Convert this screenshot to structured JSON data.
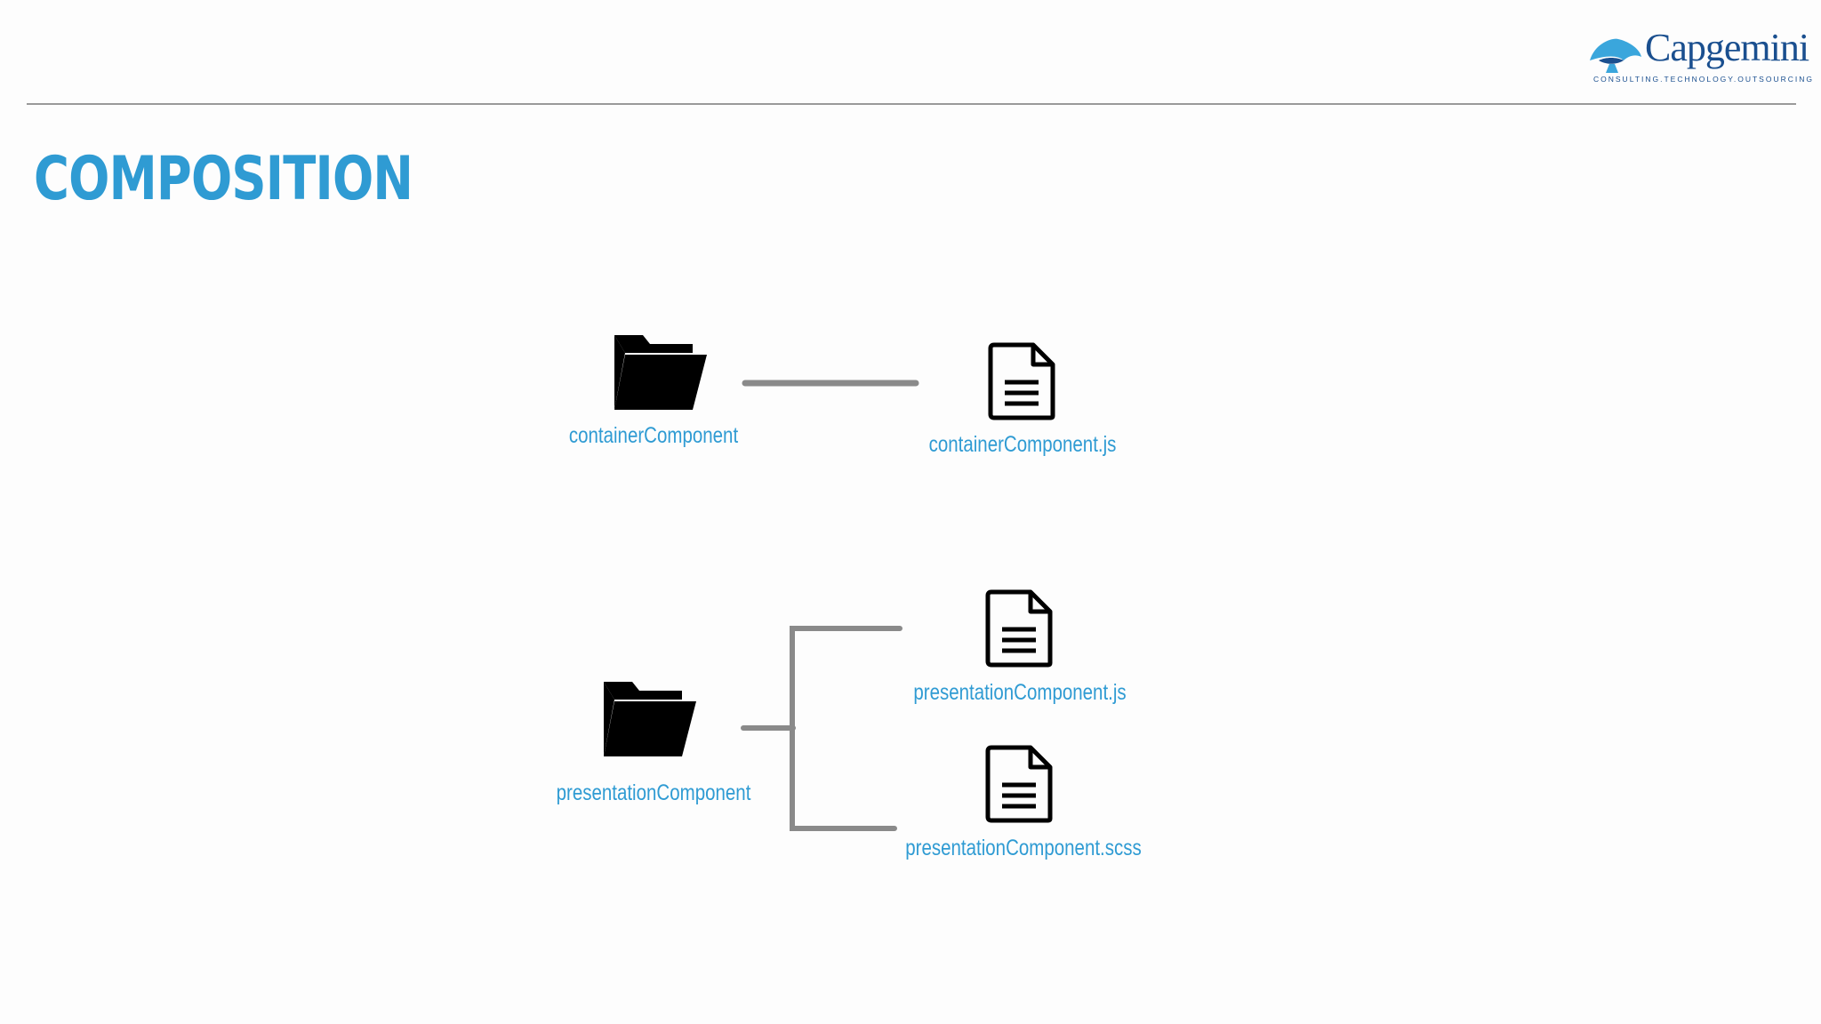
{
  "slide": {
    "title": "COMPOSITION"
  },
  "logo": {
    "wordmark": "Capgemini",
    "tagline": "CONSULTING.TECHNOLOGY.OUTSOURCING",
    "icon": "spade-icon"
  },
  "diagram": {
    "folders": [
      {
        "name": "containerComponent",
        "icon": "folder-open-icon",
        "files": [
          {
            "name": "containerComponent.js",
            "icon": "file-icon"
          }
        ]
      },
      {
        "name": "presentationComponent",
        "icon": "folder-open-icon",
        "files": [
          {
            "name": "presentationComponent.js",
            "icon": "file-icon"
          },
          {
            "name": "presentationComponent.scss",
            "icon": "file-icon"
          }
        ]
      }
    ]
  },
  "colors": {
    "accent": "#2f9bd3",
    "connector": "#8a8a8a",
    "icon": "#000000",
    "logo": "#1a4f8f"
  }
}
